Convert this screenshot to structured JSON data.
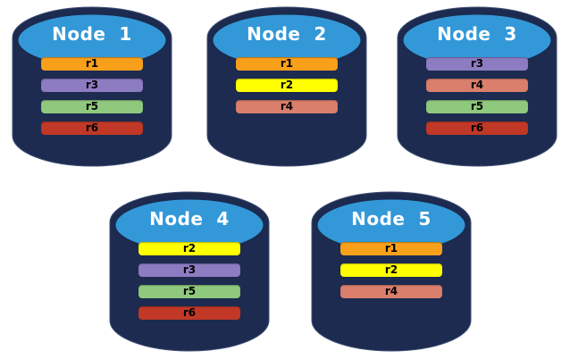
{
  "diagram": {
    "background_color": "#FFFFFF",
    "cylinder": {
      "body_color": "#1C2B4F",
      "outline_color": "#3F4F73",
      "top_color": "#3398D8",
      "top_border_color": "#1B2A4E",
      "label_color": "#FFFFFF"
    },
    "bar_text_color": "#000000",
    "bar_colors": {
      "r1": "#F9A01B",
      "r2": "#FFFF00",
      "r3": "#8E7CC3",
      "r4": "#D97F6C",
      "r5": "#8FC97D",
      "r6": "#C13926"
    }
  },
  "nodes": [
    {
      "label": "Node  1",
      "bars": [
        "r1",
        "r3",
        "r5",
        "r6"
      ]
    },
    {
      "label": "Node  2",
      "bars": [
        "r1",
        "r2",
        "r4"
      ]
    },
    {
      "label": "Node  3",
      "bars": [
        "r3",
        "r4",
        "r5",
        "r6"
      ]
    },
    {
      "label": "Node  4",
      "bars": [
        "r2",
        "r3",
        "r5",
        "r6"
      ]
    },
    {
      "label": "Node  5",
      "bars": [
        "r1",
        "r2",
        "r4"
      ]
    }
  ]
}
